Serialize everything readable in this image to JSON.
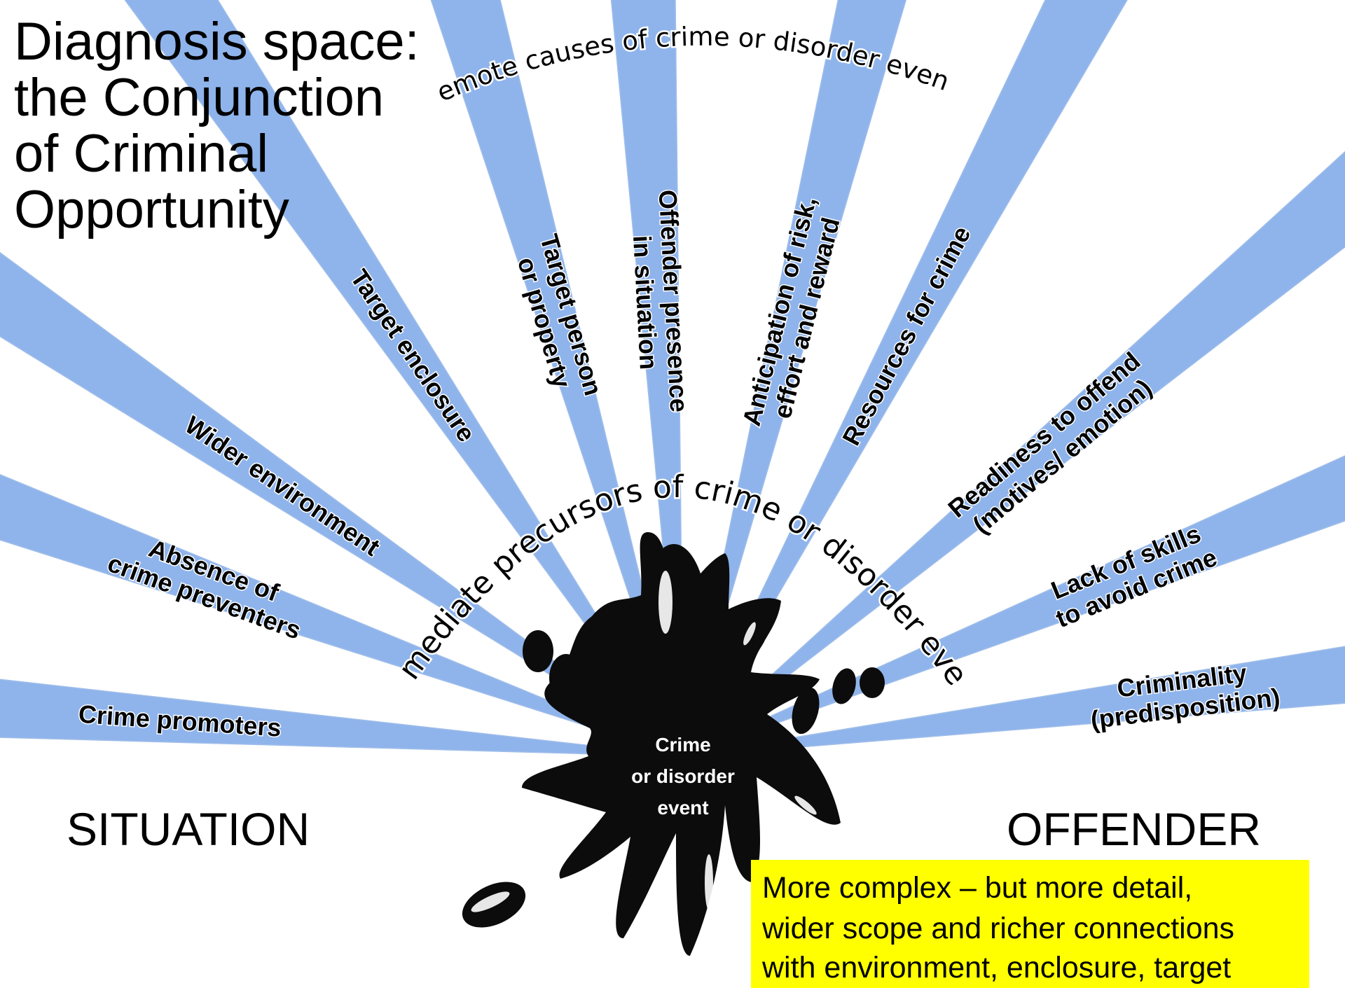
{
  "title": {
    "lines": [
      "Diagnosis space:",
      "the Conjunction",
      "of Criminal",
      "Opportunity"
    ]
  },
  "arcs": {
    "remote": "remote causes of crime or  disorder event",
    "immediate": "immediate precursors of crime or disorder event"
  },
  "rays": [
    {
      "lines": [
        "Crime promoters"
      ],
      "angle_deg": 184
    },
    {
      "lines": [
        "Absence of",
        "crime preventers"
      ],
      "angle_deg": 200
    },
    {
      "lines": [
        "Wider environment"
      ],
      "angle_deg": 214
    },
    {
      "lines": [
        "Target enclosure"
      ],
      "angle_deg": 236
    },
    {
      "lines": [
        "Target person",
        "or property"
      ],
      "angle_deg": 254
    },
    {
      "lines": [
        "Offender presence",
        "in situation"
      ],
      "angle_deg": 267
    },
    {
      "lines": [
        "Anticipation of risk,",
        "effort and reward"
      ],
      "angle_deg": 284
    },
    {
      "lines": [
        "Resources for crime"
      ],
      "angle_deg": 298
    },
    {
      "lines": [
        "Readiness to offend",
        "(motives/ emotion)"
      ],
      "angle_deg": 320
    },
    {
      "lines": [
        "Lack of skills",
        "to avoid crime"
      ],
      "angle_deg": 338
    },
    {
      "lines": [
        "Criminality",
        "(predisposition)"
      ],
      "angle_deg": 353
    }
  ],
  "center": {
    "lines": [
      "Crime",
      "or disorder",
      "event"
    ]
  },
  "sides": {
    "left": "SITUATION",
    "right": "OFFENDER"
  },
  "note": {
    "lines": [
      "More complex – but more detail,",
      "wider scope and richer connections",
      "with environment, enclosure, target"
    ],
    "color": "#ffff00"
  },
  "colors": {
    "ray": "#8fb4ec",
    "blob": "#0c0c0c",
    "background": "#ffffff"
  }
}
